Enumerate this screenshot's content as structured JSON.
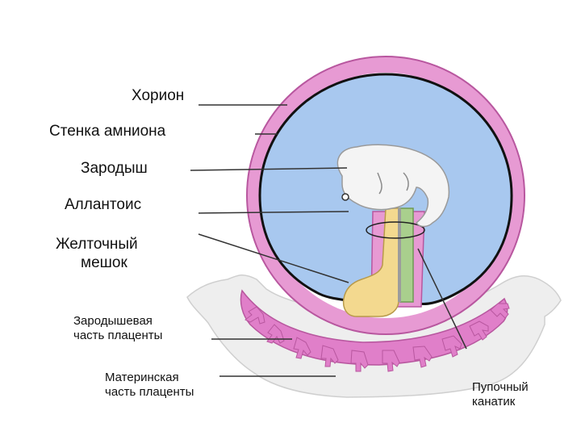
{
  "labels": {
    "chorion": "Хорион",
    "amnion_wall": "Стенка амниона",
    "embryo": "Зародыш",
    "allantois": "Аллантоис",
    "yolk_sac_line1": "Желточный",
    "yolk_sac_line2": "мешок",
    "fetal_placenta_line1": "Зародышевая",
    "fetal_placenta_line2": "часть плаценты",
    "maternal_placenta_line1": "Материнская",
    "maternal_placenta_line2": "часть плаценты",
    "umbilical_cord_line1": "Пупочный",
    "umbilical_cord_line2": "канатик"
  },
  "colors": {
    "chorion": "#e79ad3",
    "chorion_edge": "#b8579f",
    "amnion_fluid": "#a8c8ef",
    "amnion_wall": "#111111",
    "embryo": "#f4f4f4",
    "yolk_sac": "#f3d98f",
    "allantois": "#a9cf8d",
    "placenta_pink": "#e07fc9",
    "maternal_tissue": "#f0f0f0",
    "leader_line": "#333333"
  }
}
